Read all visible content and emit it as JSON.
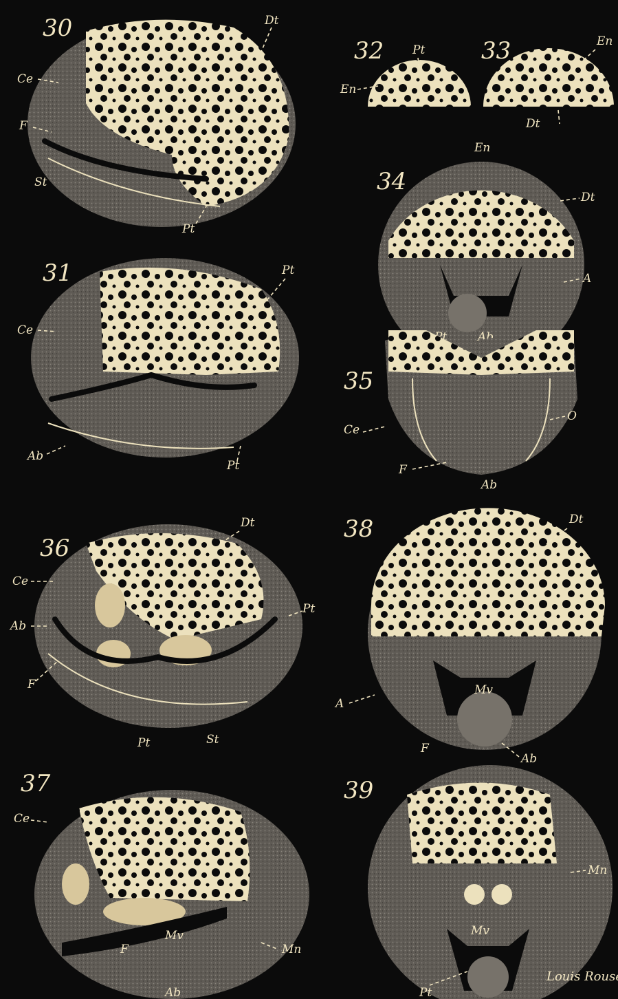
{
  "plate": {
    "figures": [
      {
        "number": "30",
        "labels": [
          "Ce",
          "F",
          "St",
          "Dt",
          "Pt"
        ]
      },
      {
        "number": "31",
        "labels": [
          "Ce",
          "Ab",
          "Pt",
          "Pt"
        ]
      },
      {
        "number": "32",
        "labels": [
          "En",
          "Pt"
        ]
      },
      {
        "number": "33",
        "labels": [
          "Dt",
          "En"
        ]
      },
      {
        "number": "34",
        "labels": [
          "En",
          "Dt",
          "A",
          "Pt",
          "Ab"
        ]
      },
      {
        "number": "35",
        "labels": [
          "Ce",
          "O",
          "F",
          "Ab"
        ]
      },
      {
        "number": "36",
        "labels": [
          "Ce",
          "Ab",
          "F",
          "Pt",
          "St",
          "Dt",
          "Pt"
        ]
      },
      {
        "number": "37",
        "labels": [
          "Ce",
          "F",
          "Mv",
          "Mn",
          "Ab"
        ]
      },
      {
        "number": "38",
        "labels": [
          "Dt",
          "Mv",
          "A",
          "F",
          "Ab"
        ]
      },
      {
        "number": "39",
        "labels": [
          "Mn",
          "Mv",
          "Pt"
        ]
      }
    ],
    "signature": "Louis Rouse"
  }
}
